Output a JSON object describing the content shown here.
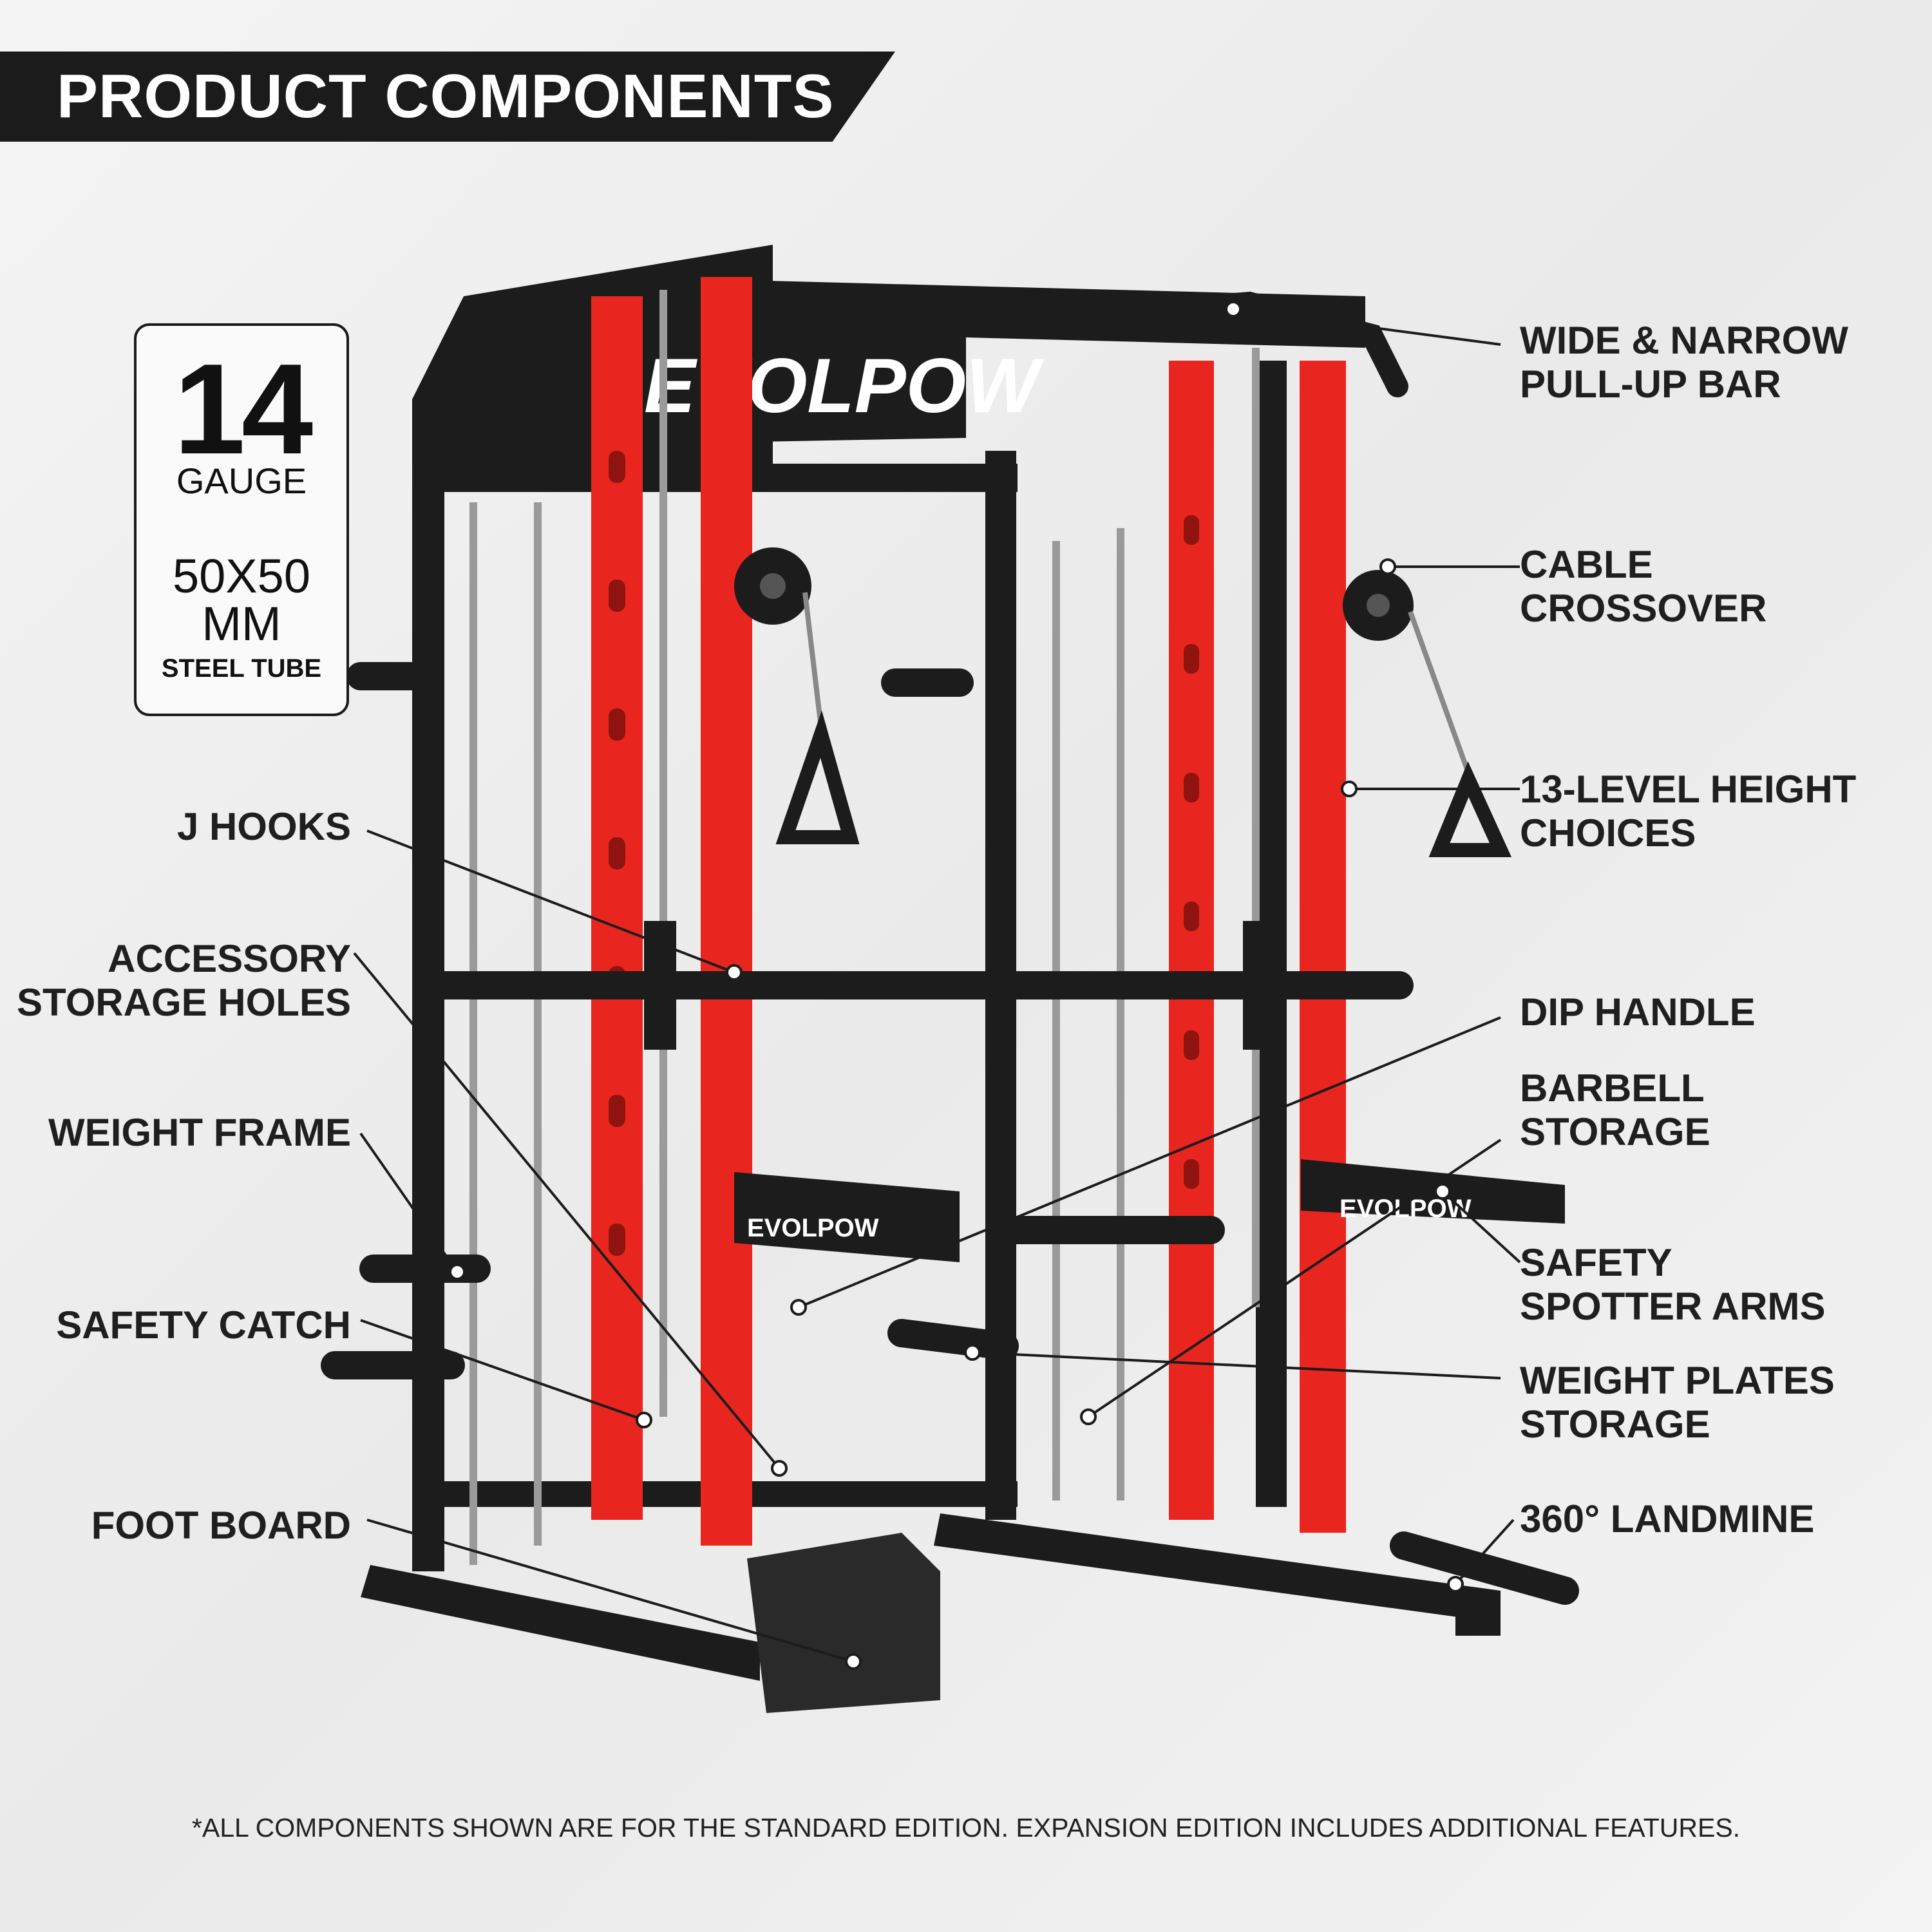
{
  "header": {
    "title": "PRODUCT COMPONENTS"
  },
  "spec": {
    "gauge_number": "14",
    "gauge_label": "GAUGE",
    "tube_size_line1": "50X50",
    "tube_size_line2": "MM",
    "tube_label": "STEEL TUBE"
  },
  "brand": {
    "logo_text": "EVOLPOW"
  },
  "callouts": {
    "pullup_bar": "WIDE & NARROW\nPULL-UP BAR",
    "cable_crossover": "CABLE\nCROSSOVER",
    "height_choices": "13-LEVEL HEIGHT\nCHOICES",
    "j_hooks": "J HOOKS",
    "accessory_storage": "ACCESSORY\nSTORAGE HOLES",
    "dip_handle": "DIP HANDLE",
    "barbell_storage": "BARBELL\nSTORAGE",
    "weight_frame": "WEIGHT FRAME",
    "safety_spotter": "SAFETY\nSPOTTER ARMS",
    "safety_catch": "SAFETY CATCH",
    "weight_plates_storage": "WEIGHT PLATES\nSTORAGE",
    "foot_board": "FOOT BOARD",
    "landmine": "360° LANDMINE"
  },
  "footnote": "*ALL COMPONENTS SHOWN ARE FOR THE STANDARD EDITION. EXPANSION EDITION INCLUDES ADDITIONAL FEATURES.",
  "colors": {
    "accent_red": "#e8261f",
    "frame_black": "#1c1c1c"
  }
}
